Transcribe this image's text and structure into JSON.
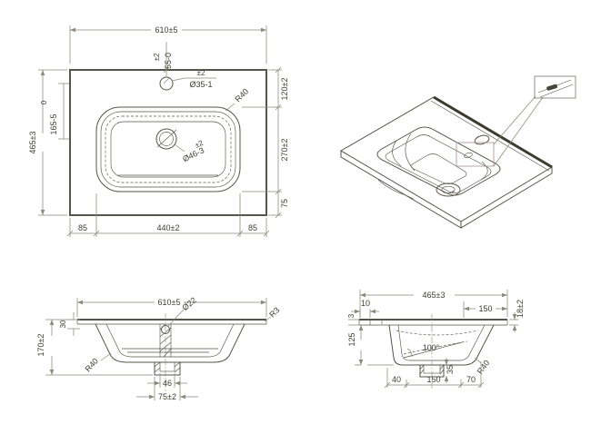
{
  "colors": {
    "background": "#ffffff",
    "outline": "#56554a",
    "heavy_edge": "#3c3b30",
    "dimension": "#8a897b",
    "text": "#3d3c33",
    "callout": "#a39096",
    "detail_fill": "#46453a"
  },
  "top_view": {
    "overall_width": "610±5",
    "faucet_offset_tolerance": "±2",
    "faucet_offset": "55-0",
    "faucet_hole_tolerance": "±2",
    "faucet_hole_diameter": "Ø35-1",
    "basin_corner_radius": "R40",
    "back_edge_to_basin": "120±2",
    "basin_depth": "270±2",
    "basin_to_front_edge": "75",
    "overall_depth": "465±3",
    "drain_offset_tolerance": "0",
    "drain_offset": "165-5",
    "drain_tolerance": "±2",
    "drain_diameter": "Ø46-3",
    "left_margin": "85",
    "basin_width": "440±2",
    "right_margin": "85"
  },
  "front_view": {
    "overall_width": "610±5",
    "overflow_diameter": "Ø22",
    "edge_radius": "R3",
    "rim_drop": "30",
    "overall_height": "170±2",
    "bowl_corner_radius": "R40",
    "drain_inner_width": "46",
    "drain_outer_width": "75±2"
  },
  "side_view": {
    "overall_depth": "465±3",
    "back_lip": "10",
    "deck_depth": "150",
    "edge_thickness": "18±2",
    "top_thickness": "3",
    "bowl_depth": "125",
    "bowl_angle": "100°",
    "drain_height": "35",
    "bowl_corner_radius": "R40",
    "front_to_drain": "40",
    "drain_span": "150",
    "drain_to_back": "70"
  }
}
